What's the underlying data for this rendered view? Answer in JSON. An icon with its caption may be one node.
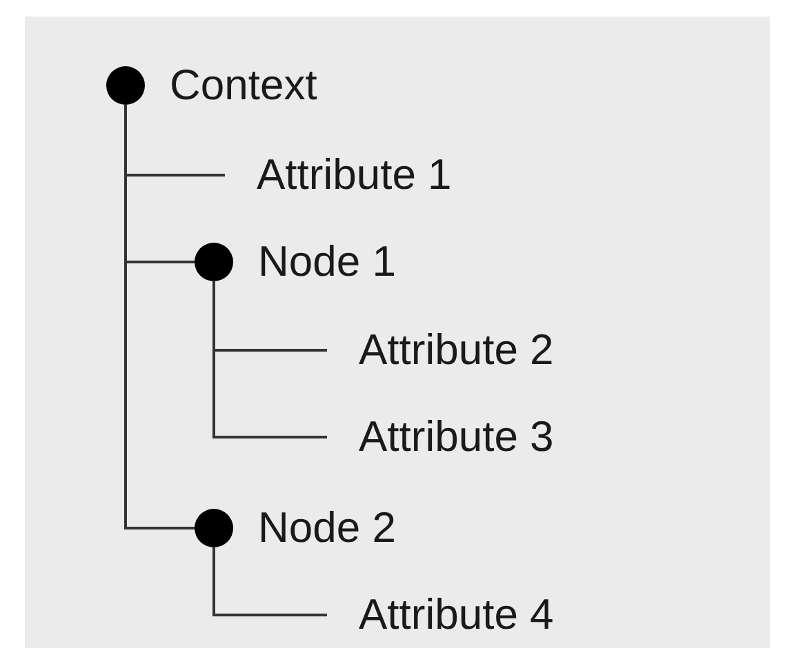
{
  "diagram": {
    "nodes": [
      {
        "text": [],
        "shape": "circle",
        "beside": [
          "Context"
        ]
      },
      {
        "text": [
          "Attribute 1"
        ]
      },
      {
        "text": [],
        "shape": "circle",
        "beside": [
          "Node 1"
        ]
      },
      {
        "text": [
          "Attribute 2"
        ]
      },
      {
        "text": [
          "Attribute 3"
        ]
      },
      {
        "text": [],
        "shape": "circle",
        "beside": [
          "Node 2"
        ]
      },
      {
        "text": [
          "Attribute 4"
        ]
      }
    ],
    "edges": [
      {
        "from": 0,
        "to": 1,
        "arrow": "none"
      },
      {
        "from": 0,
        "to": 2,
        "arrow": "none"
      },
      {
        "from": 2,
        "to": 3,
        "arrow": "none"
      },
      {
        "from": 2,
        "to": 4,
        "arrow": "none"
      },
      {
        "from": 0,
        "to": 5,
        "arrow": "none"
      },
      {
        "from": 5,
        "to": 6,
        "arrow": "none"
      }
    ]
  }
}
